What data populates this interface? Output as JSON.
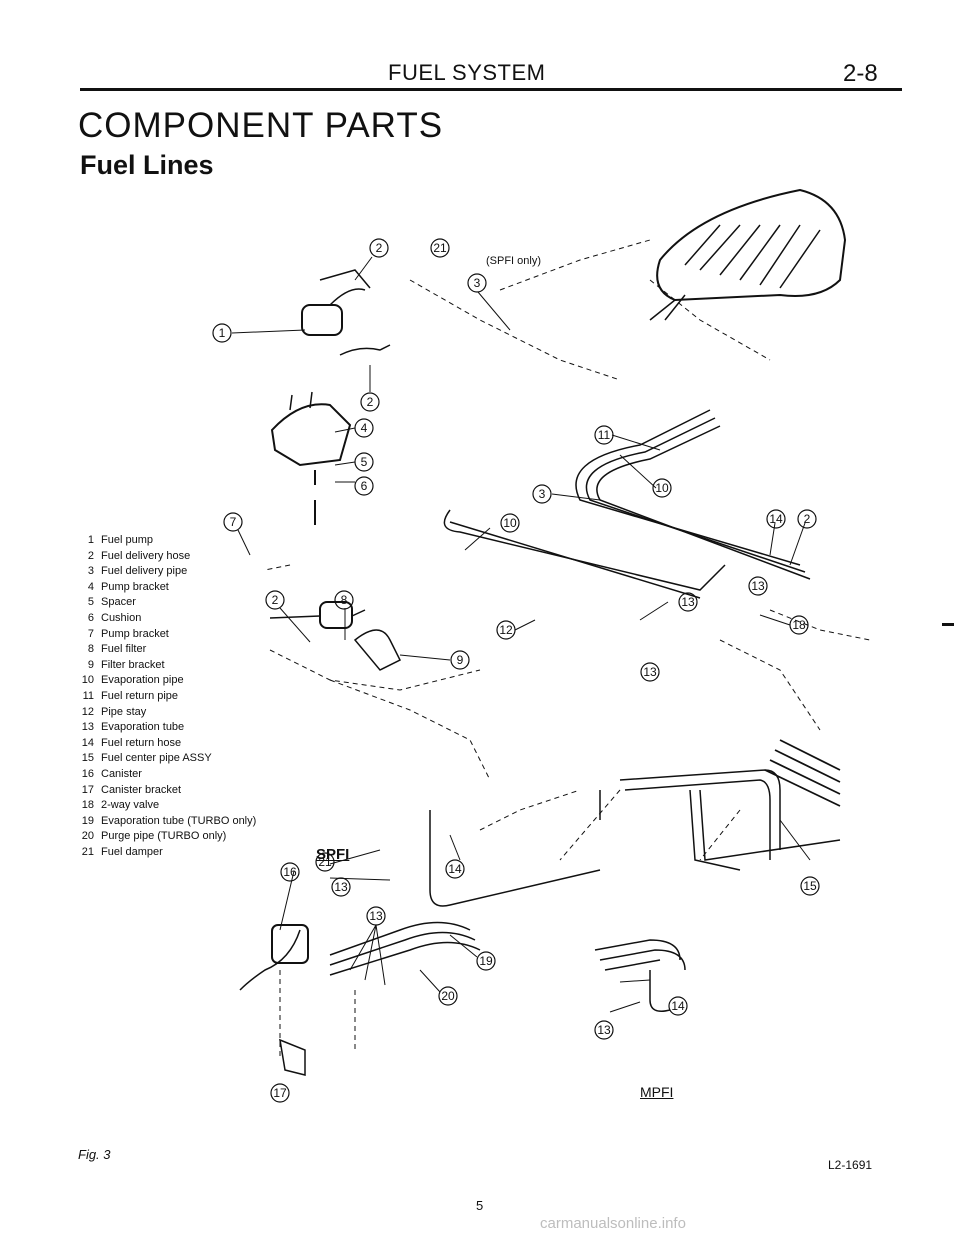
{
  "header": {
    "title": "FUEL SYSTEM",
    "page_code": "2-8"
  },
  "section_title": "COMPONENT PARTS",
  "subsection_title": "Fuel Lines",
  "legend": [
    {
      "num": "1",
      "text": "Fuel pump"
    },
    {
      "num": "2",
      "text": "Fuel delivery hose"
    },
    {
      "num": "3",
      "text": "Fuel delivery pipe"
    },
    {
      "num": "4",
      "text": "Pump bracket"
    },
    {
      "num": "5",
      "text": "Spacer"
    },
    {
      "num": "6",
      "text": "Cushion"
    },
    {
      "num": "7",
      "text": "Pump bracket"
    },
    {
      "num": "8",
      "text": "Fuel filter"
    },
    {
      "num": "9",
      "text": "Filter bracket"
    },
    {
      "num": "10",
      "text": "Evaporation pipe"
    },
    {
      "num": "11",
      "text": "Fuel return pipe"
    },
    {
      "num": "12",
      "text": "Pipe stay"
    },
    {
      "num": "13",
      "text": "Evaporation tube"
    },
    {
      "num": "14",
      "text": "Fuel return hose"
    },
    {
      "num": "15",
      "text": "Fuel center pipe ASSY"
    },
    {
      "num": "16",
      "text": "Canister"
    },
    {
      "num": "17",
      "text": "Canister bracket"
    },
    {
      "num": "18",
      "text": "2-way valve"
    },
    {
      "num": "19",
      "text": "Evaporation tube (TURBO only)"
    },
    {
      "num": "20",
      "text": "Purge pipe (TURBO only)"
    },
    {
      "num": "21",
      "text": "Fuel damper"
    }
  ],
  "diagram": {
    "spfi_only_note": "(SPFI only)",
    "label_spfi": "SPFI",
    "label_mpfi": "MPFI",
    "callouts": [
      "1",
      "2",
      "3",
      "4",
      "5",
      "6",
      "7",
      "8",
      "9",
      "10",
      "11",
      "12",
      "13",
      "14",
      "15",
      "16",
      "17",
      "18",
      "19",
      "20",
      "21"
    ]
  },
  "figure_caption": "Fig. 3",
  "figure_code": "L2-1691",
  "page_number": "5",
  "watermark": "carmanualsonline.info"
}
